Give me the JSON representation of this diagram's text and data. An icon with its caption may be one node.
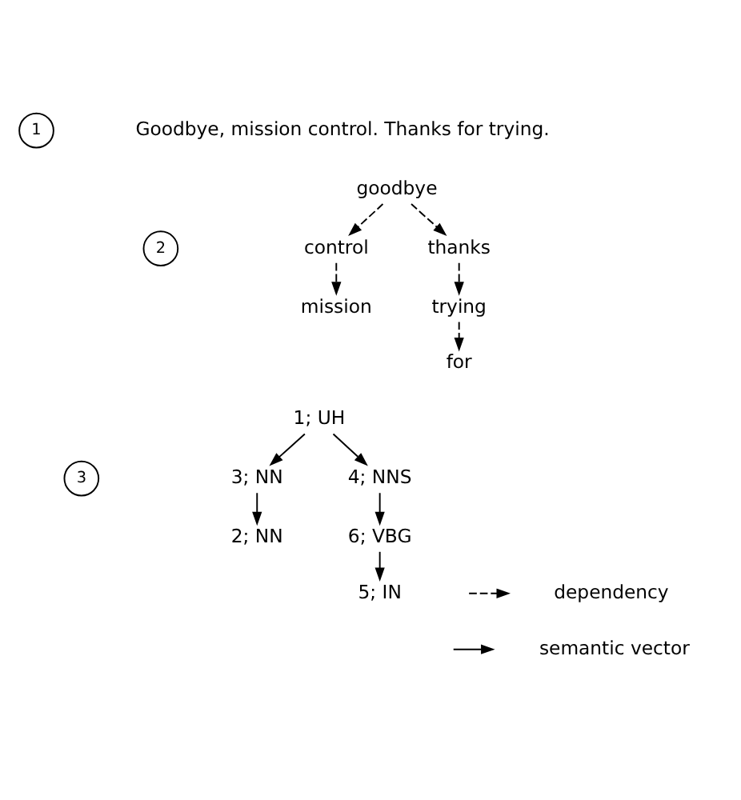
{
  "diagram": {
    "nodes": [
      {
        "text": [
          "1"
        ]
      },
      {
        "text": [
          "2"
        ]
      },
      {
        "text": [
          "goodbye"
        ]
      },
      {
        "text": [
          "control"
        ]
      },
      {
        "text": [
          "thanks"
        ]
      },
      {
        "text": [
          "mission"
        ]
      },
      {
        "text": [
          "trying"
        ]
      },
      {
        "text": [
          "for"
        ]
      },
      {
        "text": [
          "3"
        ]
      },
      {
        "text": [
          "1; UH"
        ]
      },
      {
        "text": [
          "3; NN"
        ]
      },
      {
        "text": [
          "4; NNS"
        ]
      },
      {
        "text": [
          "2; NN"
        ]
      },
      {
        "text": [
          "6; VBG"
        ]
      },
      {
        "text": [
          "5; IN"
        ]
      }
    ],
    "edges": [
      {
        "from": 2,
        "to": 3,
        "arrow": "to",
        "style": "dashed"
      },
      {
        "from": 2,
        "to": 4,
        "arrow": "to",
        "style": "dashed"
      },
      {
        "from": 3,
        "to": 5,
        "arrow": "to",
        "style": "dashed"
      },
      {
        "from": 4,
        "to": 6,
        "arrow": "to",
        "style": "dashed"
      },
      {
        "from": 6,
        "to": 7,
        "arrow": "to",
        "style": "dashed"
      },
      {
        "from": 9,
        "to": 10,
        "arrow": "to"
      },
      {
        "from": 9,
        "to": 11,
        "arrow": "to"
      },
      {
        "from": 10,
        "to": 12,
        "arrow": "to"
      },
      {
        "from": 11,
        "to": 13,
        "arrow": "to"
      },
      {
        "from": 13,
        "to": 14,
        "arrow": "to"
      }
    ],
    "labels": [
      "Goodbye, mission control. Thanks for trying."
    ],
    "legend": [
      {
        "text": "dependency"
      },
      {
        "text": "semantic vector"
      }
    ]
  }
}
